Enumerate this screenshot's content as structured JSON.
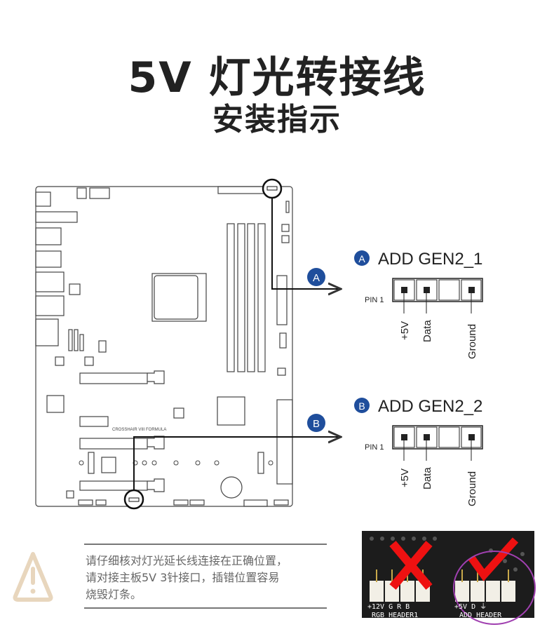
{
  "title": {
    "line1": "5V 灯光转接线",
    "line2": "安装指示"
  },
  "board": {
    "model_label": "CROSSHAIR VIII FORMULA"
  },
  "headers": [
    {
      "badge": "A",
      "name": "ADD GEN2_1",
      "pin1_label": "PIN 1",
      "pins": [
        "+5V",
        "Data",
        "Ground"
      ]
    },
    {
      "badge": "B",
      "name": "ADD GEN2_2",
      "pin1_label": "PIN 1",
      "pins": [
        "+5V",
        "Data",
        "Ground"
      ]
    }
  ],
  "warning": {
    "lines": [
      "请仔细核对灯光延长线连接在正确位置，",
      "请对接主板5V 3针接口，插错位置容易",
      "烧毁灯条。"
    ]
  },
  "photo": {
    "wrong_pins": "+12V G  R  B",
    "wrong_header": "RGB_HEADER1",
    "right_pins": "+5V D     ⏚",
    "right_header": "ADD HEADER"
  },
  "colors": {
    "badge": "#1f4e9c",
    "warning_icon": "#e8d6bd",
    "cross": "#ee1111",
    "circle": "#a040b0"
  }
}
